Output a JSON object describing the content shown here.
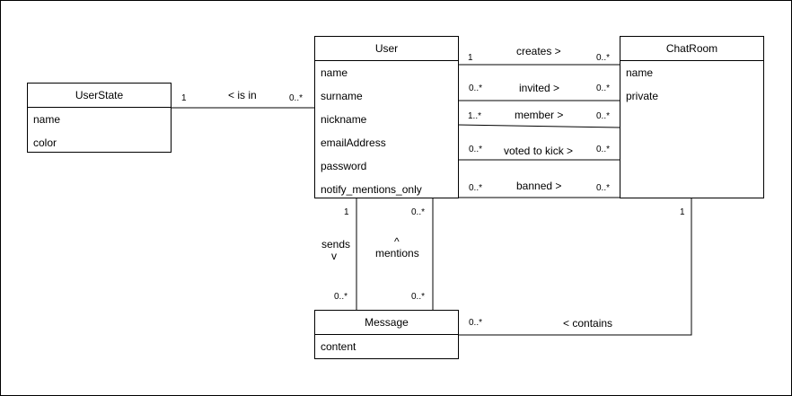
{
  "classes": {
    "user": {
      "name": "User",
      "attributes": [
        "name",
        "surname",
        "nickname",
        "emailAddress",
        "password",
        "notify_mentions_only"
      ]
    },
    "chatroom": {
      "name": "ChatRoom",
      "attributes": [
        "name",
        "private"
      ]
    },
    "userstate": {
      "name": "UserState",
      "attributes": [
        "name",
        "color"
      ]
    },
    "message": {
      "name": "Message",
      "attributes": [
        "content"
      ]
    }
  },
  "associations": {
    "is_in": {
      "label": "< is in",
      "left": "1",
      "right": "0..*"
    },
    "creates": {
      "label": "creates >",
      "left": "1",
      "right": "0..*"
    },
    "invited": {
      "label": "invited >",
      "left": "0..*",
      "right": "0..*"
    },
    "member": {
      "label": "member >",
      "left": "1..*",
      "right": "0..*"
    },
    "voted": {
      "label": "voted to kick >",
      "left": "0..*",
      "right": "0..*"
    },
    "banned": {
      "label": "banned >",
      "left": "0..*",
      "right": "0..*"
    },
    "sends": {
      "label_line1": "sends",
      "label_line2": "v",
      "top": "1",
      "bottom": "0..*"
    },
    "mentions": {
      "label_line1": "^",
      "label_line2": "mentions",
      "top": "0..*",
      "bottom": "0..*"
    },
    "contains": {
      "label": "< contains",
      "left": "0..*",
      "right": "1"
    }
  }
}
